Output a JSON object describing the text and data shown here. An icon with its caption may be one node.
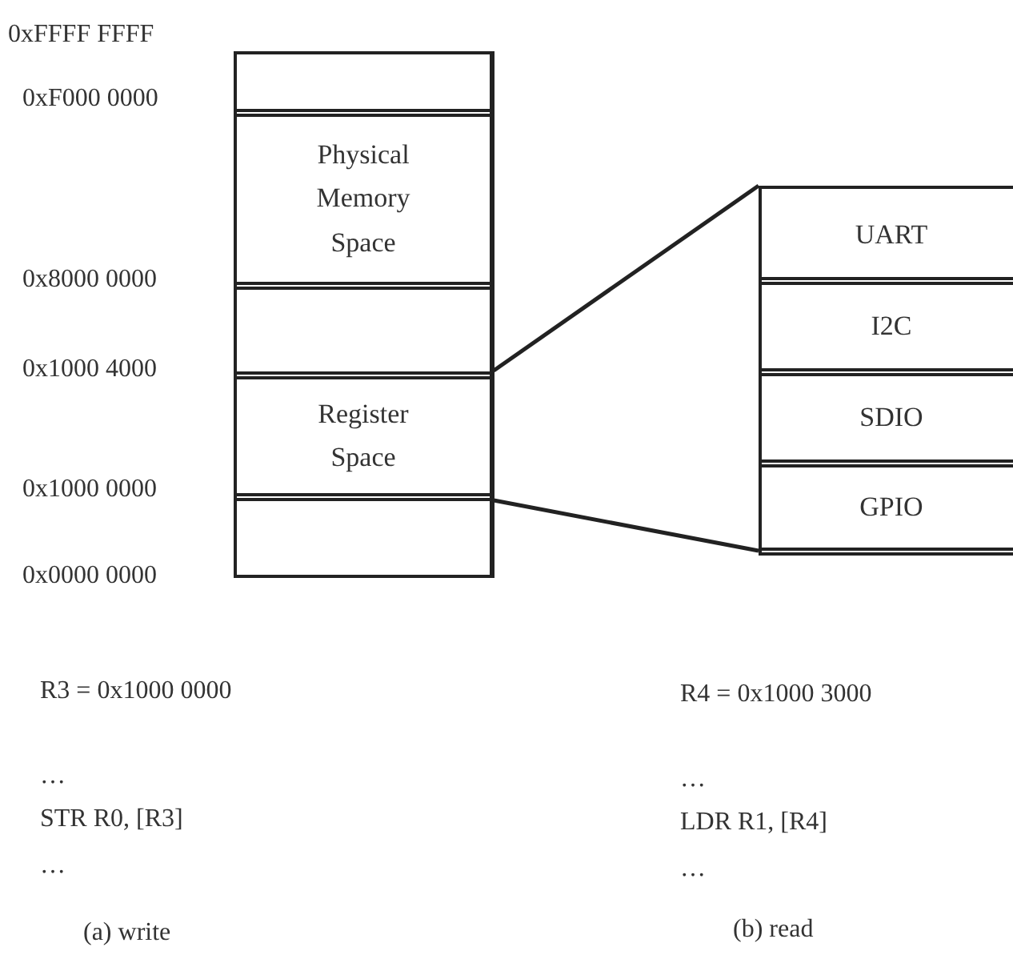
{
  "diagram": {
    "nodes": [
      {
        "text": [],
        "shape": "box"
      },
      {
        "text": [],
        "shape": "box",
        "in": 0
      },
      {
        "text": [
          "Physical Memory Space"
        ],
        "in": 0
      },
      {
        "text": [],
        "shape": "box",
        "in": 0
      },
      {
        "text": [
          "Register Space"
        ],
        "in": 0
      },
      {
        "text": [],
        "shape": "box",
        "in": 0
      },
      {
        "text": [],
        "shape": "box"
      },
      {
        "text": [
          "UART"
        ],
        "in": 6
      },
      {
        "text": [
          "I2C"
        ],
        "in": 6
      },
      {
        "text": [
          "SDIO"
        ],
        "in": 6
      },
      {
        "text": [
          "GPIO"
        ],
        "in": 6
      }
    ],
    "edges": [
      {
        "from": 4,
        "to": 6,
        "arrow": "none"
      },
      {
        "from": 4,
        "to": 6,
        "arrow": "none"
      }
    ],
    "labels": [
      "0xFFFF FFFF",
      "0xF000 0000",
      "0x8000 0000",
      "0x1000 4000",
      "0x1000 0000",
      "0x0000 0000",
      "R3 = 0x1000 0000",
      "R4 = 0x1000 3000",
      "…",
      "…",
      "STR R0, [R3]",
      "LDR R1, [R4]",
      "…",
      "…",
      "(a) write",
      "(b) read"
    ]
  }
}
